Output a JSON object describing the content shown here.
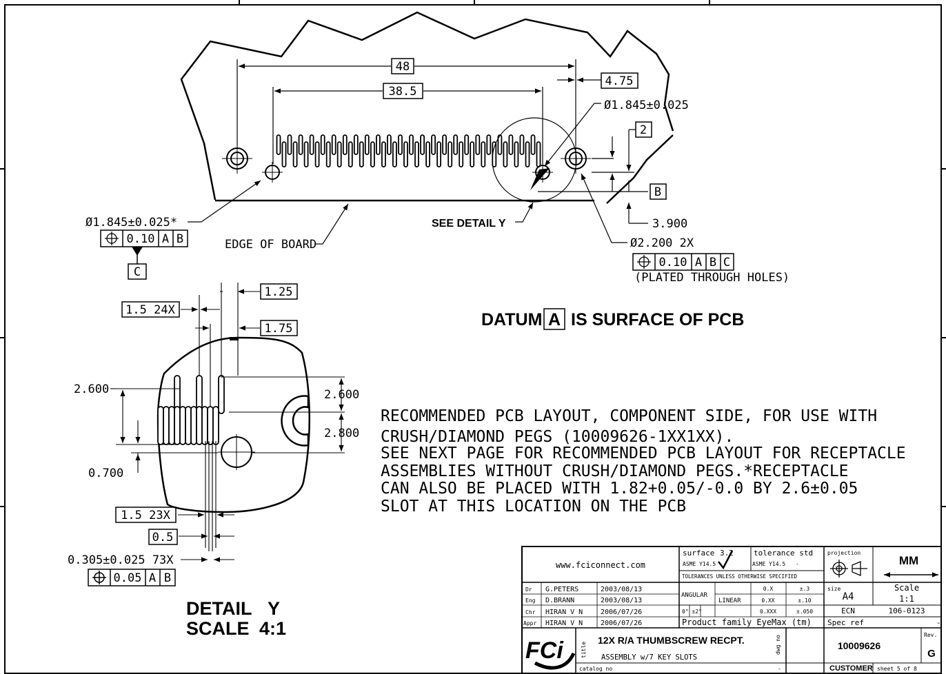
{
  "dims": {
    "d48": "48",
    "d38_5": "38.5",
    "d4_75": "4.75",
    "d2": "2",
    "hole_top": "Ø1.845±0.025",
    "hole_left": "Ø1.845±0.025*",
    "fcf_left_tol": "0.10",
    "fcf_left_a": "A",
    "fcf_left_b": "B",
    "datum_c": "C",
    "datum_b": "B",
    "d3_900": "3.900",
    "plated": "Ø2.200 2X",
    "fcf_right_tol": "0.10",
    "fcf_right_a": "A",
    "fcf_right_b": "B",
    "fcf_right_c": "C",
    "plated_note": "(PLATED THROUGH HOLES)",
    "edge": "EDGE OF BOARD",
    "see_detail": "SEE DETAIL  Y"
  },
  "datum_note": {
    "pre": "DATUM",
    "box": "A",
    "post": "IS SURFACE OF PCB"
  },
  "detail": {
    "d1_25": "1.25",
    "d1_5_24x": "1.5 24X",
    "d1_75": "1.75",
    "d2_600_left": "2.600",
    "d2_600_right": "2.600",
    "d2_800": "2.800",
    "d0_700": "0.700",
    "d1_5_23x": "1.5 23X",
    "d0_5": "0.5",
    "d0_305": "0.305±0.025 73X",
    "fcf_tol": "0.05",
    "fcf_a": "A",
    "fcf_b": "B",
    "title1": "DETAIL",
    "title1b": "Y",
    "title2": "SCALE",
    "title2b": "4:1"
  },
  "notes": [
    "RECOMMENDED PCB LAYOUT, COMPONENT SIDE, FOR USE WITH",
    "CRUSH/DIAMOND PEGS (10009626-1XX1XX).",
    "SEE NEXT PAGE FOR RECOMMENDED PCB LAYOUT FOR RECEPTACLE",
    "ASSEMBLIES WITHOUT CRUSH/DIAMOND PEGS.*RECEPTACLE",
    "CAN ALSO BE PLACED WITH 1.82+0.05/-0.0 BY 2.6±0.05",
    "SLOT AT THIS LOCATION ON THE PCB"
  ],
  "title_block": {
    "website": "www.fciconnect.com",
    "surface_label": "surface",
    "surface_value": "3.2",
    "asme1": "ASME Y14.5",
    "tolerance_label": "tolerance std",
    "asme2": "ASME Y14.5",
    "asme2_dash": "-",
    "tol_unless": "TOLERANCES UNLESS OTHERWISE SPECIFIED",
    "projection": "projection",
    "units": "MM",
    "rows": [
      {
        "role": "Dr",
        "name": "G.PETERS",
        "date": "2003/08/13"
      },
      {
        "role": "Eng",
        "name": "D.BRANN",
        "date": "2003/08/13"
      },
      {
        "role": "Chr",
        "name": "HIRAN V N",
        "date": "2006/07/26"
      },
      {
        "role": "Appr",
        "name": "HIRAN V N",
        "date": "2006/07/26"
      }
    ],
    "angular": "ANGULAR",
    "angular_vals": "0°  ±2°",
    "linear": "LINEAR",
    "tol_rows": [
      {
        "p": "0.X",
        "t": "±.3"
      },
      {
        "p": "0.XX",
        "t": "±.10"
      },
      {
        "p": "0.XXX",
        "t": "±.050"
      }
    ],
    "size_label": "size",
    "size": "A4",
    "scale_label": "Scale",
    "scale": "1:1",
    "ecn_label": "ECN",
    "ecn": "106-0123",
    "spec_ref": "Spec ref",
    "spec_dash": "-",
    "product_family": "Product family EyeMax (tm)",
    "title_label": "title",
    "title1": "12X R/A THUMBSCREW RECPT.",
    "title2": "ASSEMBLY w/7 KEY SLOTS",
    "dwg_label": "dwg no",
    "dwg_no": "10009626",
    "rev_label": "Rev.",
    "rev": "G",
    "catalog": "catalog no",
    "catalog_dash": "-",
    "customer": "CUSTOMER",
    "sheet": "sheet 5 of 8",
    "logo": "FCi"
  }
}
